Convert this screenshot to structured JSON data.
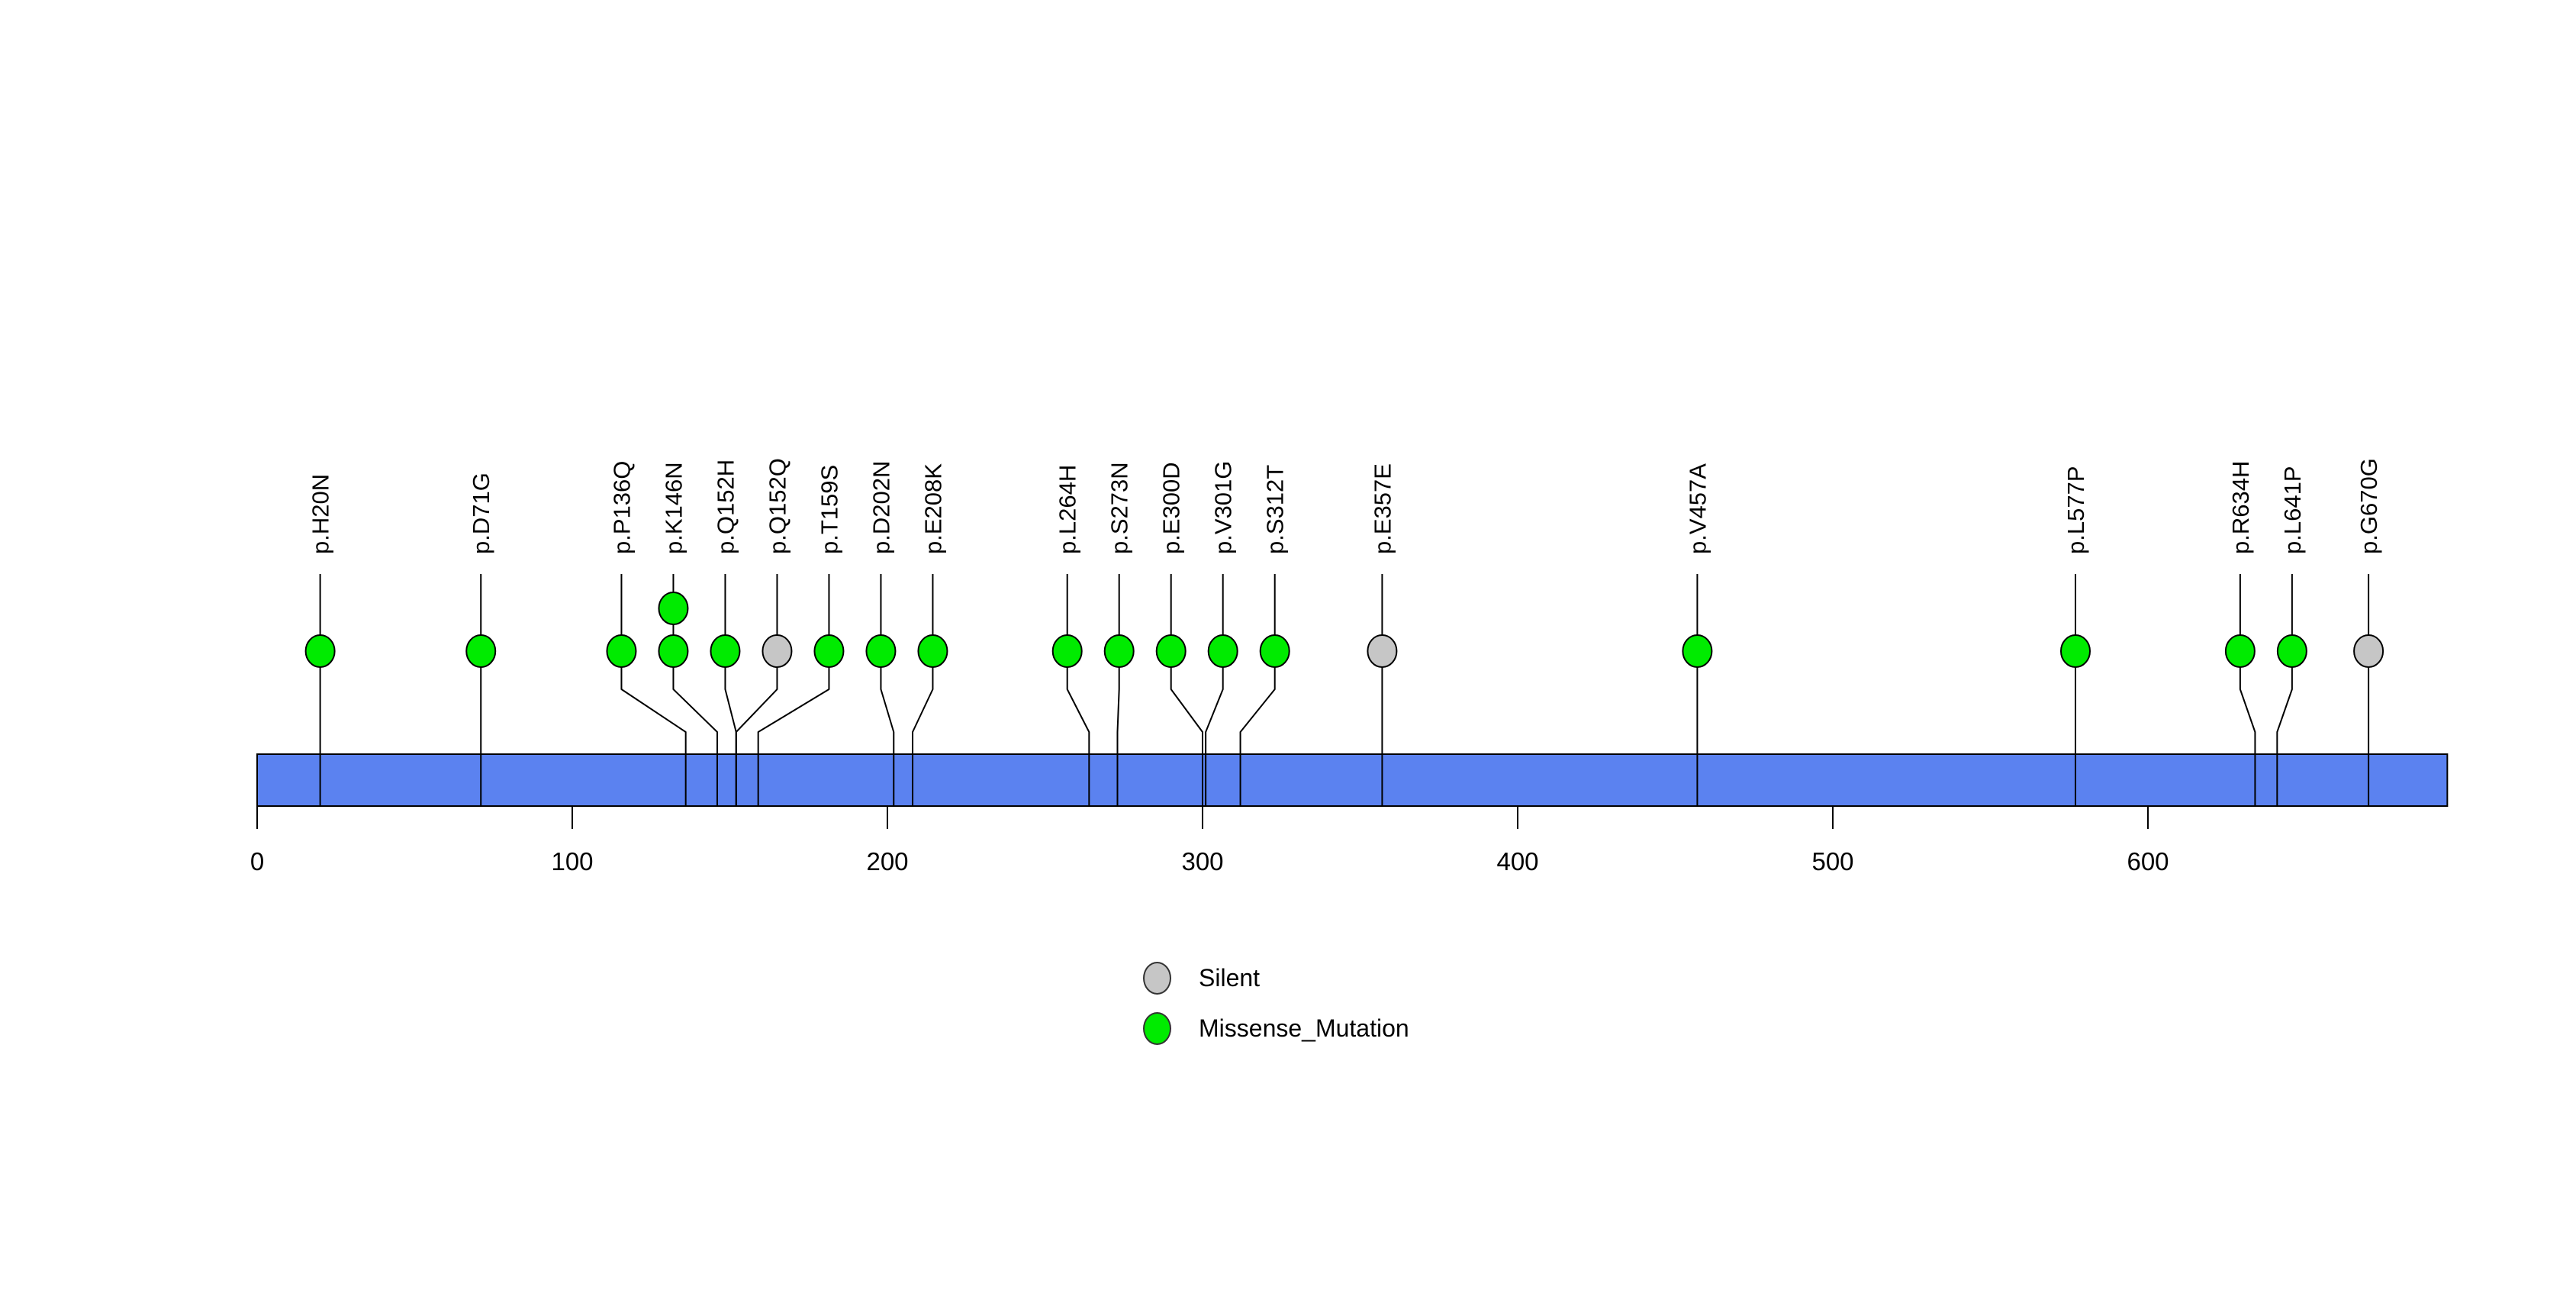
{
  "chart_data": {
    "type": "lollipop",
    "title": "",
    "protein_length": 695,
    "axis": {
      "ticks": [
        0,
        100,
        200,
        300,
        400,
        500,
        600
      ]
    },
    "mutations": [
      {
        "label": "p.H20N",
        "pos": 20,
        "count": 1,
        "class": "Missense_Mutation"
      },
      {
        "label": "p.D71G",
        "pos": 71,
        "count": 1,
        "class": "Missense_Mutation"
      },
      {
        "label": "p.P136Q",
        "pos": 136,
        "count": 1,
        "class": "Missense_Mutation"
      },
      {
        "label": "p.K146N",
        "pos": 146,
        "count": 2,
        "class": "Missense_Mutation"
      },
      {
        "label": "p.Q152H",
        "pos": 152,
        "count": 1,
        "class": "Missense_Mutation"
      },
      {
        "label": "p.Q152Q",
        "pos": 152,
        "count": 1,
        "class": "Silent"
      },
      {
        "label": "p.T159S",
        "pos": 159,
        "count": 1,
        "class": "Missense_Mutation"
      },
      {
        "label": "p.D202N",
        "pos": 202,
        "count": 1,
        "class": "Missense_Mutation"
      },
      {
        "label": "p.E208K",
        "pos": 208,
        "count": 1,
        "class": "Missense_Mutation"
      },
      {
        "label": "p.L264H",
        "pos": 264,
        "count": 1,
        "class": "Missense_Mutation"
      },
      {
        "label": "p.S273N",
        "pos": 273,
        "count": 1,
        "class": "Missense_Mutation"
      },
      {
        "label": "p.E300D",
        "pos": 300,
        "count": 1,
        "class": "Missense_Mutation"
      },
      {
        "label": "p.V301G",
        "pos": 301,
        "count": 1,
        "class": "Missense_Mutation"
      },
      {
        "label": "p.S312T",
        "pos": 312,
        "count": 1,
        "class": "Missense_Mutation"
      },
      {
        "label": "p.E357E",
        "pos": 357,
        "count": 1,
        "class": "Silent"
      },
      {
        "label": "p.V457A",
        "pos": 457,
        "count": 1,
        "class": "Missense_Mutation"
      },
      {
        "label": "p.L577P",
        "pos": 577,
        "count": 1,
        "class": "Missense_Mutation"
      },
      {
        "label": "p.R634H",
        "pos": 634,
        "count": 1,
        "class": "Missense_Mutation"
      },
      {
        "label": "p.L641P",
        "pos": 641,
        "count": 1,
        "class": "Missense_Mutation"
      },
      {
        "label": "p.G670G",
        "pos": 670,
        "count": 1,
        "class": "Silent"
      }
    ],
    "legend": [
      {
        "label": "Silent",
        "class": "Silent"
      },
      {
        "label": "Missense_Mutation",
        "class": "Missense_Mutation"
      }
    ],
    "colors": {
      "Missense_Mutation": "#00EB00",
      "Silent": "#C6C6C6",
      "backbone": "#5B82F0",
      "stem": "#000000",
      "circle_border": "#000000"
    },
    "legend_position": "bottom-center",
    "grid": false
  }
}
